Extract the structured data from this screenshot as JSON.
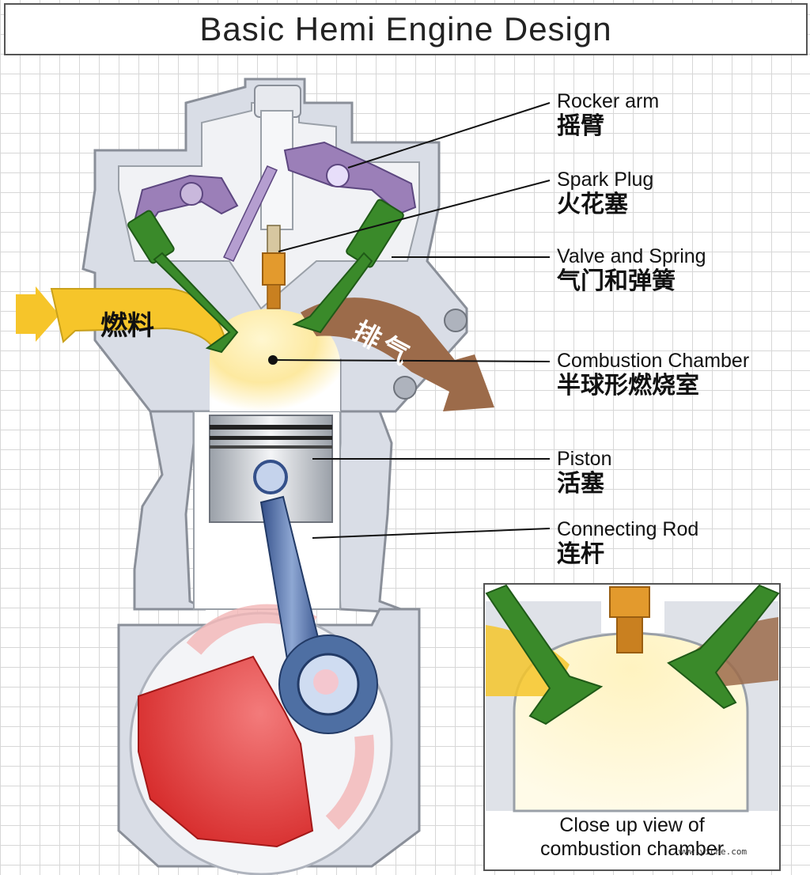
{
  "title": "Basic Hemi Engine Design",
  "labels": [
    {
      "en": "Rocker arm",
      "zh": "摇臂"
    },
    {
      "en": "Spark Plug",
      "zh": "火花塞"
    },
    {
      "en": "Valve and Spring",
      "zh": "气门和弹簧"
    },
    {
      "en": "Combustion Chamber",
      "zh": "半球形燃烧室"
    },
    {
      "en": "Piston",
      "zh": "活塞"
    },
    {
      "en": "Connecting Rod",
      "zh": "连杆"
    }
  ],
  "fuel_label": "燃料",
  "exhaust_label": "排气",
  "inset": {
    "caption_line1": "Close up view of",
    "caption_line2": "combustion chamber"
  },
  "watermark": "www.yiche.com",
  "colors": {
    "engine_body": "#d9dde6",
    "engine_outline": "#8a8f99",
    "fuel": "#f6c52a",
    "exhaust": "#9c6b4a",
    "valve": "#3a8a2a",
    "rocker": "#9b7fb8",
    "rod": "#4e6fa3",
    "crank": "#e23a3a"
  }
}
